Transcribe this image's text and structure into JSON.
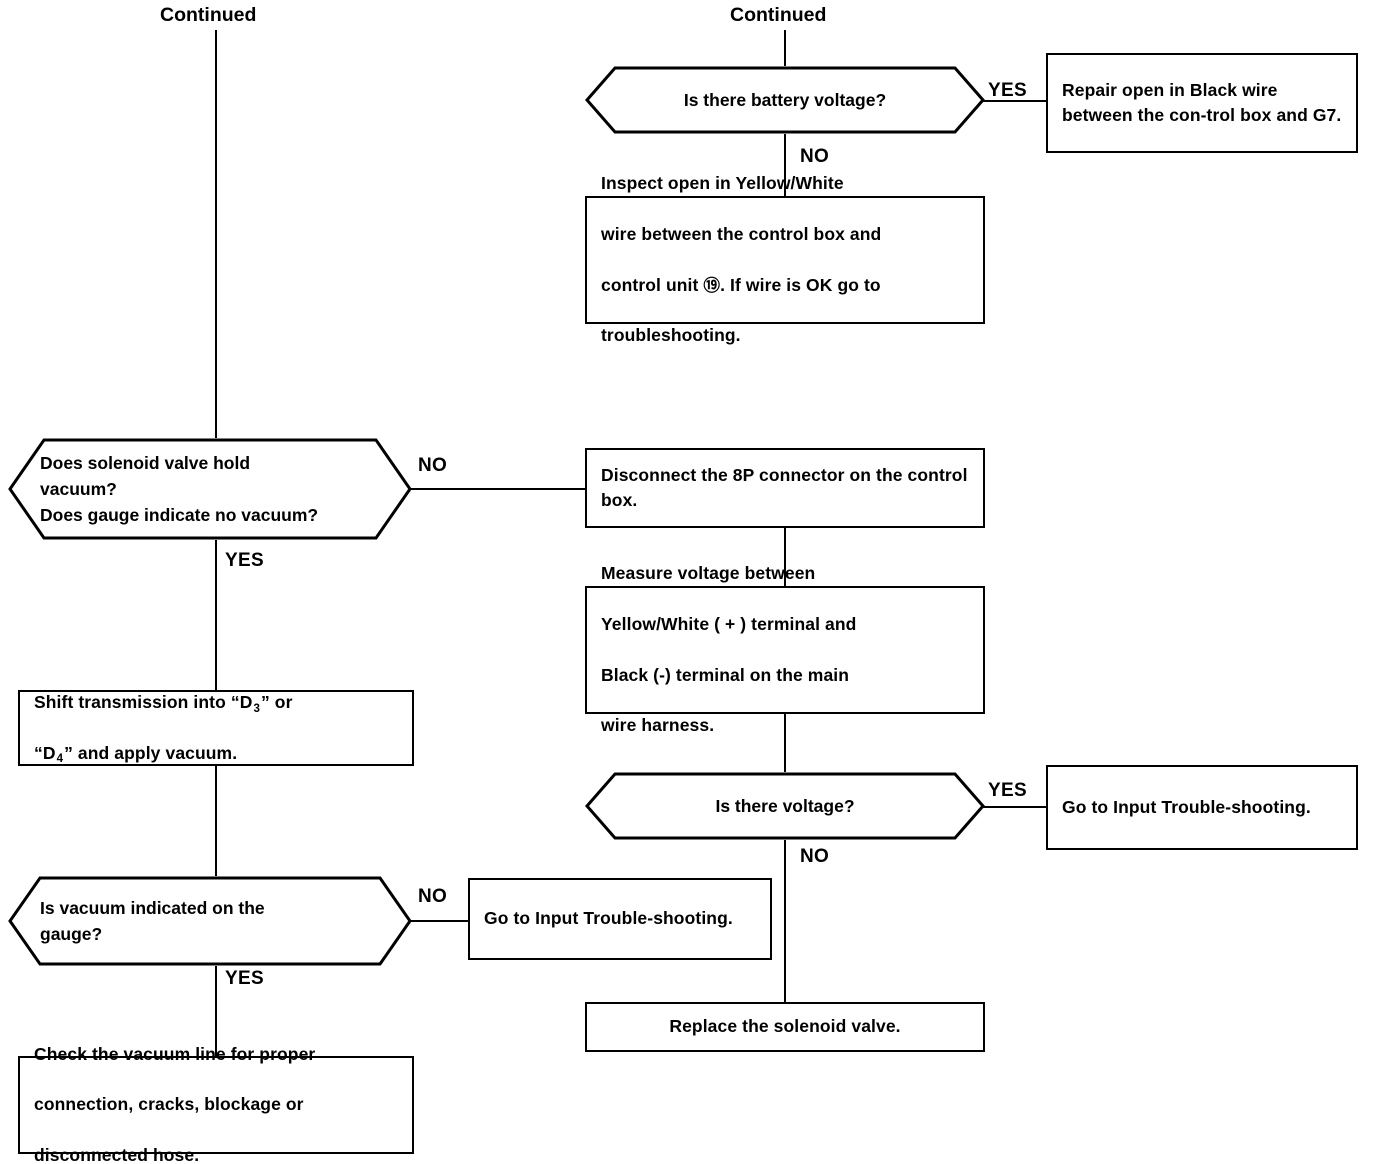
{
  "diagram": {
    "title": "Automatic transmission control solenoid valve troubleshooting flowchart",
    "type": "flowchart",
    "line_color": "#000000",
    "background_color": "#ffffff"
  },
  "connectors": {
    "left_continued_label": "Continued",
    "right_continued_label": "Continued"
  },
  "nodes": {
    "battery_voltage_q": {
      "shape": "decision",
      "text": "Is there battery voltage?"
    },
    "repair_black_wire": {
      "shape": "process",
      "text": "Repair open in Black wire between the con-trol box and G7."
    },
    "inspect_yw_wire": {
      "shape": "process",
      "line1": "Inspect  open  in  Yellow/White",
      "line2": "wire between the control box and",
      "line3_a": "control unit ",
      "line3_symbol": "⑲",
      "line3_b": ". If wire is OK go to",
      "line4": "troubleshooting."
    },
    "solenoid_hold_vacuum_q": {
      "shape": "decision",
      "line1": "Does    solenoid    valve    hold",
      "line2": "vacuum?",
      "line3": "Does gauge indicate no vacuum?"
    },
    "disconnect_8p": {
      "shape": "process",
      "text": "Disconnect the 8P connector on the control box."
    },
    "measure_voltage": {
      "shape": "process",
      "line1": "Measure       voltage       between",
      "line2": "Yellow/White ( + ) terminal and",
      "line3": "Black (-) terminal on the main",
      "line4": "wire harness."
    },
    "shift_transmission": {
      "shape": "process",
      "line1_a": "Shift  transmission  into  “D",
      "line1_sub": "3",
      "line1_b": "”  or",
      "line2_a": "“D",
      "line2_sub": "4",
      "line2_b": "” and apply vacuum."
    },
    "voltage_q": {
      "shape": "decision",
      "text": "Is there voltage?"
    },
    "go_to_input_ts_right": {
      "shape": "process",
      "text": "Go to Input Trouble-shooting."
    },
    "vacuum_gauge_q": {
      "shape": "decision",
      "line1": "Is  vacuum  indicated  on  the",
      "line2": "gauge?"
    },
    "go_to_input_ts_left": {
      "shape": "process",
      "text": "Go to Input Trouble-shooting."
    },
    "replace_solenoid": {
      "shape": "process",
      "text": "Replace the solenoid valve."
    },
    "check_vacuum_line": {
      "shape": "process",
      "line1": "Check the vacuum line for proper",
      "line2": "connection,  cracks,  blockage  or",
      "line3": "disconnected hose."
    }
  },
  "branch_labels": {
    "battery_yes": "YES",
    "battery_no": "NO",
    "solenoid_no": "NO",
    "solenoid_yes": "YES",
    "voltage_yes": "YES",
    "voltage_no": "NO",
    "gauge_no": "NO",
    "gauge_yes": "YES"
  }
}
